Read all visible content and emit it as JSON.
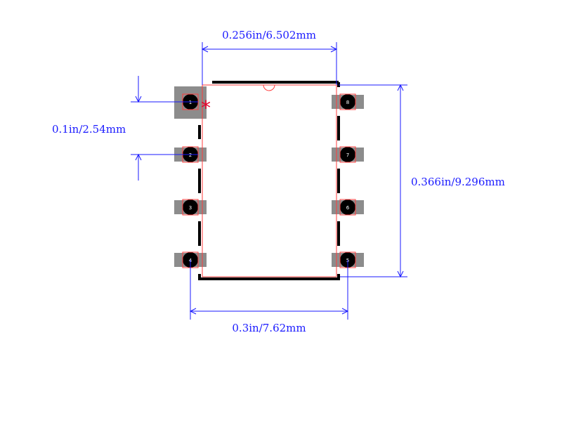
{
  "dimensions": {
    "body_width": "0.256in/6.502mm",
    "pin_pitch": "0.1in/2.54mm",
    "body_length": "0.366in/9.296mm",
    "row_spacing": "0.3in/7.62mm"
  },
  "pins": {
    "left": [
      "1",
      "2",
      "3",
      "4"
    ],
    "right": [
      "8",
      "7",
      "6",
      "5"
    ]
  },
  "colors": {
    "dimension": "#1a1aff",
    "outline": "#000000",
    "pad": "#8c8c8c",
    "keepout": "#ff3b3b",
    "pin1_marker": "#e8002a"
  },
  "pin1_marker_glyph": "*"
}
